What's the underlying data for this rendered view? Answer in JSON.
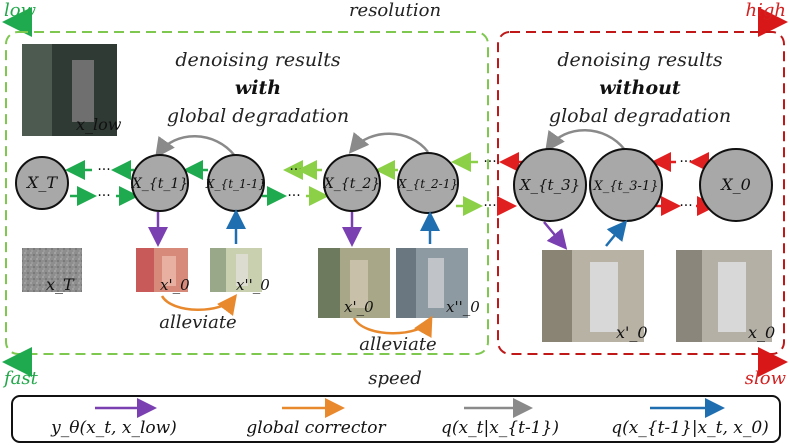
{
  "axis_top": {
    "low": "low",
    "label": "resolution",
    "high": "high",
    "low_color": "#22a84a",
    "high_color": "#d42020"
  },
  "axis_bottom": {
    "fast": "fast",
    "label": "speed",
    "slow": "slow"
  },
  "panel_with": {
    "line1": "denoising results",
    "line2": "with",
    "line3": "global degradation"
  },
  "panel_without": {
    "line1": "denoising results",
    "line2": "without",
    "line3": "global degradation"
  },
  "nodes": [
    "X_T",
    "X_{t_1}",
    "X_{t_1-1}",
    "X_{t_2}",
    "X_{t_2-1}",
    "X_{t_3}",
    "X_{t_3-1}",
    "X_0"
  ],
  "image_labels": {
    "x_low": "x_low",
    "x_T": "x_T",
    "x0p_1": "x'_0",
    "x0pp_1": "x''_0",
    "x0p_2": "x'_0",
    "x0pp_2": "x''_0",
    "x0p_3": "x'_0",
    "x0": "x_0"
  },
  "alleviate": [
    "alleviate",
    "alleviate"
  ],
  "ellipsis": "···",
  "legend": [
    {
      "label": "y_θ(x_t, x_low)",
      "color": "#7a3fb0"
    },
    {
      "label": "global corrector",
      "color": "#e8892e"
    },
    {
      "label": "q(x_t|x_{t-1})",
      "color": "#8a8a8a"
    },
    {
      "label": "q(x_{t-1}|x_t, x_0)",
      "color": "#1f6fb0"
    }
  ],
  "colors": {
    "green_dash": "#7ec850",
    "red_dash": "#c01818",
    "node_fill": "#a8a8a8",
    "green_arrow": "#1faa4f",
    "lightgreen_arrow": "#8cd048",
    "red_arrow": "#e02020"
  }
}
